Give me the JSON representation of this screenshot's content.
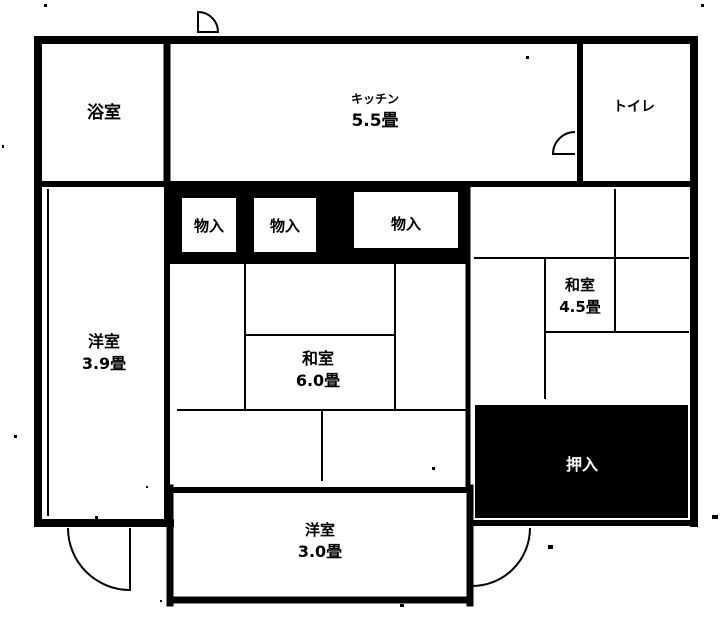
{
  "floor_plan": {
    "rooms": {
      "bath": {
        "name": "浴室"
      },
      "kitchen": {
        "name": "キッチン",
        "size": "5.5畳"
      },
      "toilet": {
        "name": "トイレ"
      },
      "western_left": {
        "name": "洋室",
        "size": "3.9畳"
      },
      "japanese_main": {
        "name": "和室",
        "size": "6.0畳"
      },
      "japanese_right": {
        "name": "和室",
        "size": "4.5畳"
      },
      "western_bottom": {
        "name": "洋室",
        "size": "3.0畳"
      },
      "storage_band": {
        "labels": [
          "物入",
          "物入",
          "物入"
        ]
      },
      "dark_room": {
        "label": "押入"
      }
    },
    "colors": {
      "wall": "#000000",
      "background": "#ffffff",
      "fill_dark": "#000000"
    }
  }
}
